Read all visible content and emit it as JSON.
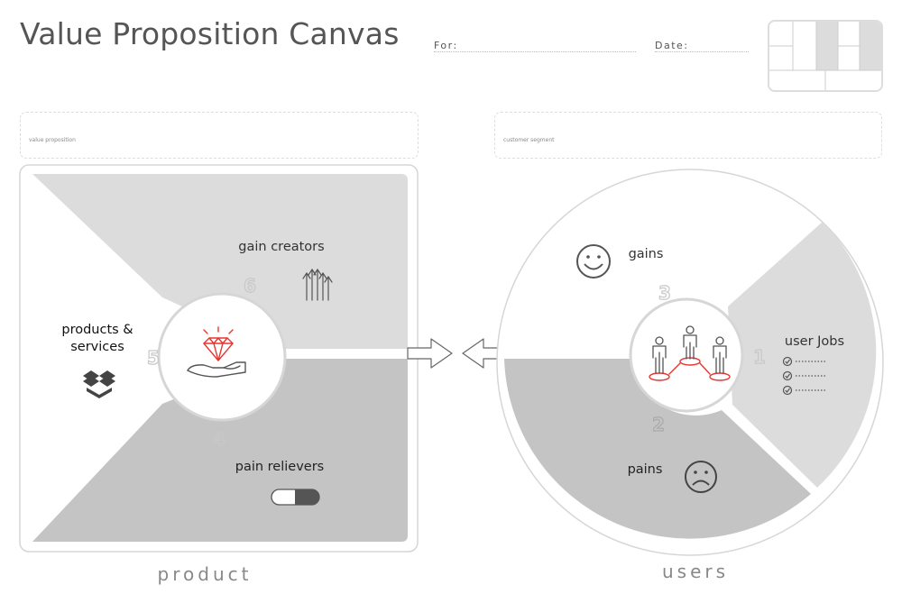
{
  "header": {
    "title": "Value Proposition Canvas",
    "for_label": "For:",
    "date_label": "Date:"
  },
  "fields": {
    "value_proposition_label": "value proposition",
    "customer_segment_label": "customer segment"
  },
  "product": {
    "gain_creators": {
      "label": "gain creators",
      "number": "6",
      "icon": "arrows-up-icon"
    },
    "products_services": {
      "label_line1": "products &",
      "label_line2": "services",
      "number": "5",
      "icon": "dropbox-icon"
    },
    "pain_relievers": {
      "label": "pain relievers",
      "number": "4",
      "icon": "pill-icon"
    },
    "center_icon": "diamond-in-hand-icon",
    "footer": "product"
  },
  "users": {
    "gains": {
      "label": "gains",
      "number": "3",
      "icon": "smiley-icon"
    },
    "pains": {
      "label": "pains",
      "number": "2",
      "icon": "sad-face-icon"
    },
    "jobs": {
      "label": "user Jobs",
      "number": "1",
      "icon": "checklist-icon"
    },
    "center_icon": "people-network-icon",
    "footer": "users"
  },
  "colors": {
    "accent": "#e8352f",
    "light_gray": "#dcdcdc",
    "mid_gray": "#c4c4c4",
    "outline": "#d6d6d6"
  }
}
